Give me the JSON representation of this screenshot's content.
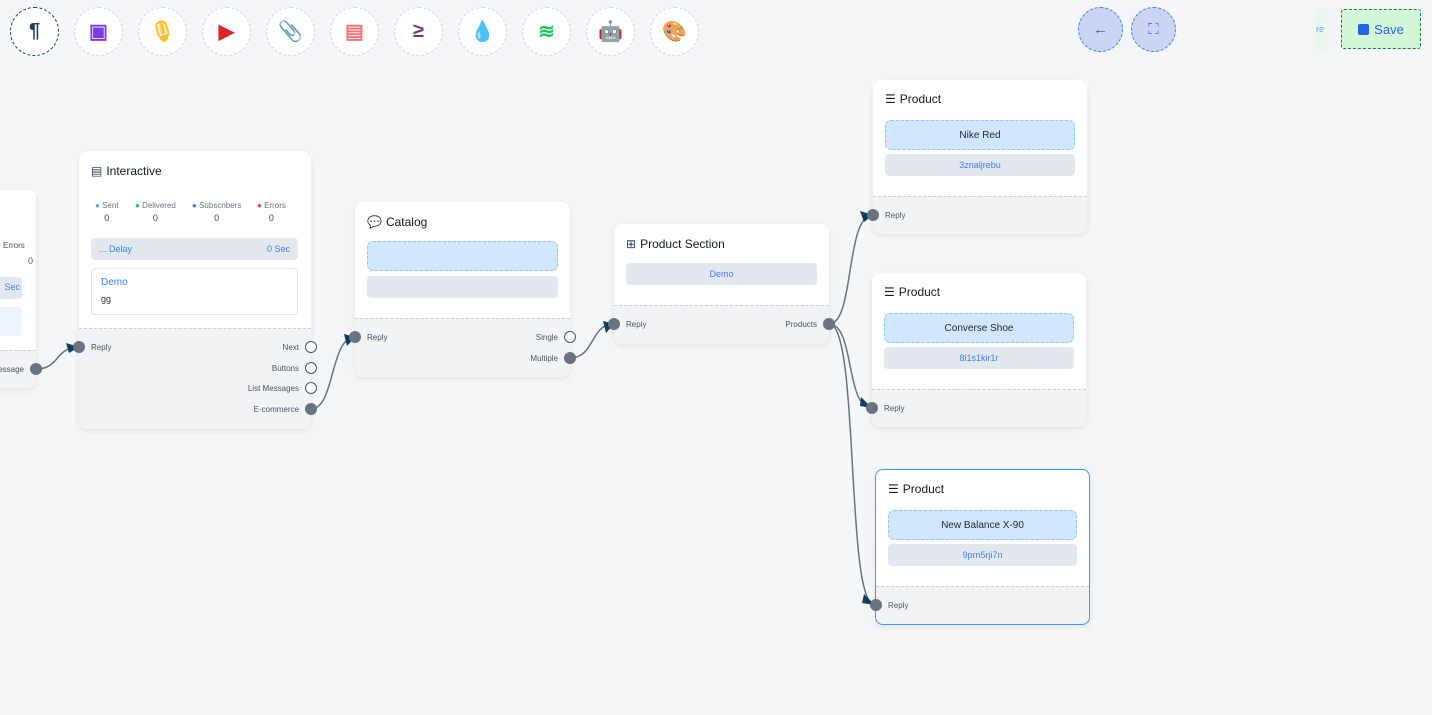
{
  "toolbar": {
    "tools": [
      {
        "icon": "paragraph-icon",
        "glyph": "¶",
        "color": "#1e3a5f"
      },
      {
        "icon": "image-icon",
        "glyph": "▣",
        "color": "#7c3aed"
      },
      {
        "icon": "microphone-icon",
        "glyph": "🎙",
        "color": "#fbbf24"
      },
      {
        "icon": "youtube-icon",
        "glyph": "▶",
        "color": "#dc2626"
      },
      {
        "icon": "paperclip-icon",
        "glyph": "📎",
        "color": "#16a34a"
      },
      {
        "icon": "newspaper-icon",
        "glyph": "▤",
        "color": "#f87171"
      },
      {
        "icon": "greater-equal-icon",
        "glyph": "≥",
        "color": "#6b3a6b"
      },
      {
        "icon": "drop-icon",
        "glyph": "💧",
        "color": "#be123c"
      },
      {
        "icon": "stack-icon",
        "glyph": "≋",
        "color": "#22c55e"
      },
      {
        "icon": "robot-icon",
        "glyph": "🤖",
        "color": "#1d1dfd"
      },
      {
        "icon": "palette-icon",
        "glyph": "🎨",
        "color": "#16a34a"
      }
    ],
    "back_glyph": "←",
    "fit_glyph": "⛶",
    "save_label": "Save",
    "ghost_text": "re"
  },
  "left_node": {
    "stat": "Errors",
    "value": "0",
    "sec": "Sec",
    "output": "Message"
  },
  "interactive": {
    "title": "Interactive",
    "stats": [
      {
        "label": "Sent",
        "value": "0",
        "color": "#60a5fa"
      },
      {
        "label": "Delivered",
        "value": "0",
        "color": "#22c55e"
      },
      {
        "label": "Subscribers",
        "value": "0",
        "color": "#3b82f6"
      },
      {
        "label": "Errors",
        "value": "0",
        "color": "#ef4444"
      }
    ],
    "delay_label": "... Delay",
    "delay_value": "0 Sec",
    "message_title": "Demo",
    "message_body": "gg",
    "input": "Reply",
    "outputs": [
      "Next",
      "Buttons",
      "List Messages",
      "E-commerce"
    ]
  },
  "catalog": {
    "title": "Catalog",
    "input": "Reply",
    "outputs": [
      "Single",
      "Multiple"
    ]
  },
  "product_section": {
    "title": "Product Section",
    "name": "Demo",
    "input": "Reply",
    "output": "Products"
  },
  "products": [
    {
      "title": "Product",
      "name": "Nike Red",
      "code": "3znaljrebu",
      "input": "Reply"
    },
    {
      "title": "Product",
      "name": "Converse Shoe",
      "code": "8l1s1kir1r",
      "input": "Reply"
    },
    {
      "title": "Product",
      "name": "New Balance X-90",
      "code": "9prn5rji7n",
      "input": "Reply",
      "selected": true
    }
  ],
  "colors": {
    "edge": "#6b7280",
    "arrow": "#0f3d5c",
    "selected_border": "#3b9cf5"
  }
}
